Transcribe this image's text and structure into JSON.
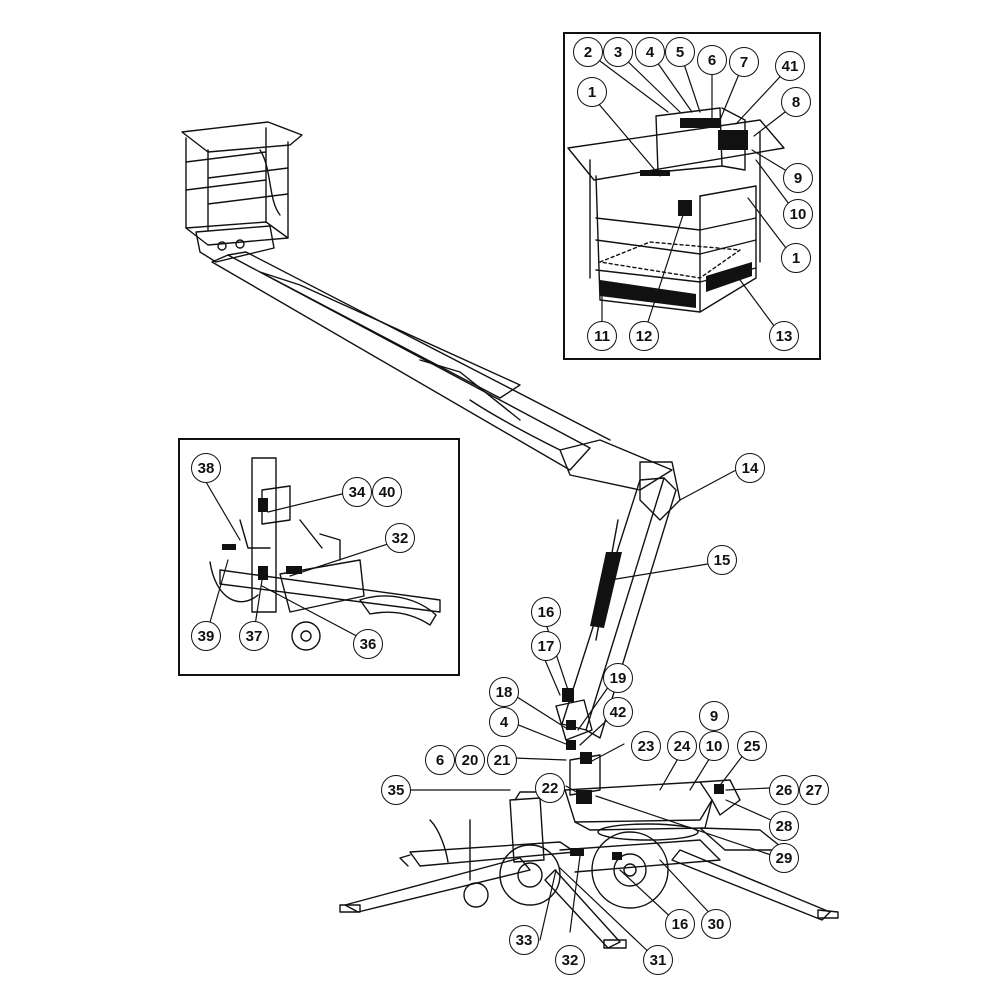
{
  "insets": [
    {
      "id": "platform-detail"
    },
    {
      "id": "hitch-detail"
    }
  ],
  "callouts": [
    "2",
    "3",
    "4",
    "5",
    "6",
    "7",
    "41",
    "1",
    "8",
    "9",
    "10",
    "1",
    "11",
    "12",
    "13",
    "14",
    "15",
    "38",
    "34",
    "40",
    "32",
    "39",
    "37",
    "36",
    "16",
    "17",
    "19",
    "18",
    "42",
    "4",
    "9",
    "6",
    "20",
    "21",
    "23",
    "24",
    "10",
    "25",
    "35",
    "22",
    "26",
    "27",
    "28",
    "29",
    "33",
    "32",
    "31",
    "16",
    "30"
  ],
  "colors": {
    "line": "#111111",
    "decal": "#111111",
    "background": "#ffffff"
  }
}
